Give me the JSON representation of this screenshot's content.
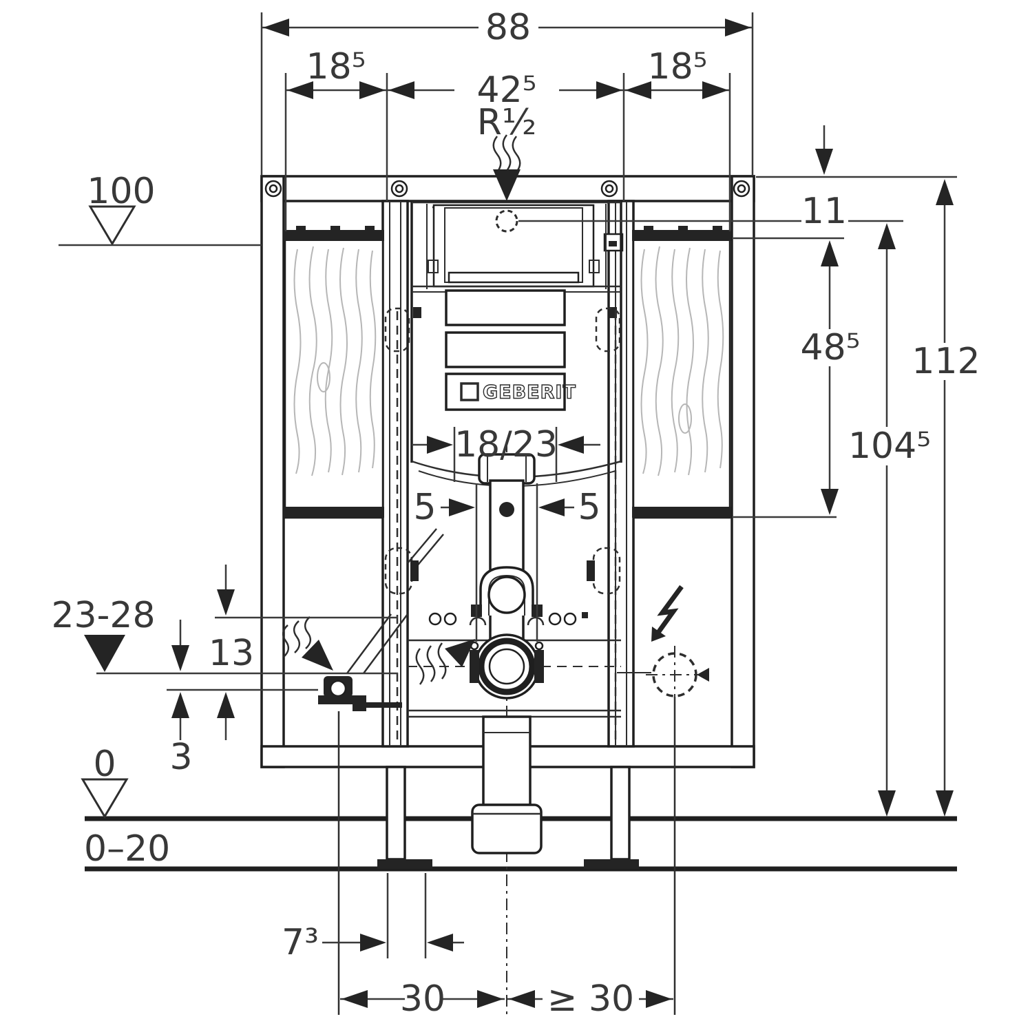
{
  "drawing": {
    "title": "Geberit in-wall WC frame installation drawing, front view",
    "brand_logo": "GEBERIT",
    "colors": {
      "line": "#1f1f1f",
      "dimension": "#3a3a3a",
      "wood_grain": "#b6b6b6",
      "background": "#ffffff"
    }
  },
  "dimensions": {
    "overall_width": "88",
    "left_offset": "18⁵",
    "center_width": "42⁵",
    "right_offset": "18⁵",
    "supply_thread": "R½",
    "level_top_edge": "100",
    "top_to_rail": "11",
    "rail_to_panel_bottom": "48⁵",
    "total_height": "112",
    "floor_to_inlet": "104⁵",
    "outlet_spacing": "18/23",
    "pipe_offset_left": "5",
    "pipe_offset_right": "5",
    "level_outlet_range": "23-28",
    "bend_offset": "13",
    "outlet_drop": "3",
    "level_floor": "0",
    "foot_adjust_range": "0–20",
    "supply_foot_offset": "7³",
    "center_to_supply": "30",
    "center_to_electrical": "≥ 30"
  }
}
